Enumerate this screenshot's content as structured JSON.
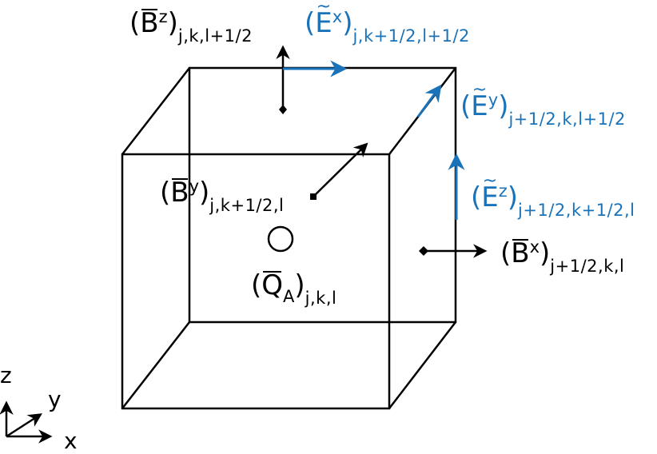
{
  "colors": {
    "line": "#000000",
    "accent": "#1a73b8"
  },
  "axes": {
    "z": "z",
    "y": "y",
    "x": "x"
  },
  "labels": {
    "bz": {
      "sym": "B",
      "comp": "z",
      "sub": "j,k,l+1/2",
      "accent": "bar",
      "color": "black"
    },
    "ex": {
      "sym": "E",
      "comp": "x",
      "sub": "j,k+1/2,l+1/2",
      "accent": "tilde",
      "color": "blue"
    },
    "ey": {
      "sym": "E",
      "comp": "y",
      "sub": "j+1/2,k,l+1/2",
      "accent": "tilde",
      "color": "blue"
    },
    "by": {
      "sym": "B",
      "comp": "y",
      "sub": "j,k+1/2,l",
      "accent": "bar",
      "color": "black"
    },
    "ez": {
      "sym": "E",
      "comp": "z",
      "sub": "j+1/2,k+1/2,l",
      "accent": "tilde",
      "color": "blue"
    },
    "bx": {
      "sym": "B",
      "comp": "x",
      "sub": "j+1/2,k,l",
      "accent": "bar",
      "color": "black"
    },
    "qa": {
      "sym": "Q",
      "comp": "A",
      "sub": "j,k,l",
      "accent": "bar",
      "color": "black"
    }
  }
}
